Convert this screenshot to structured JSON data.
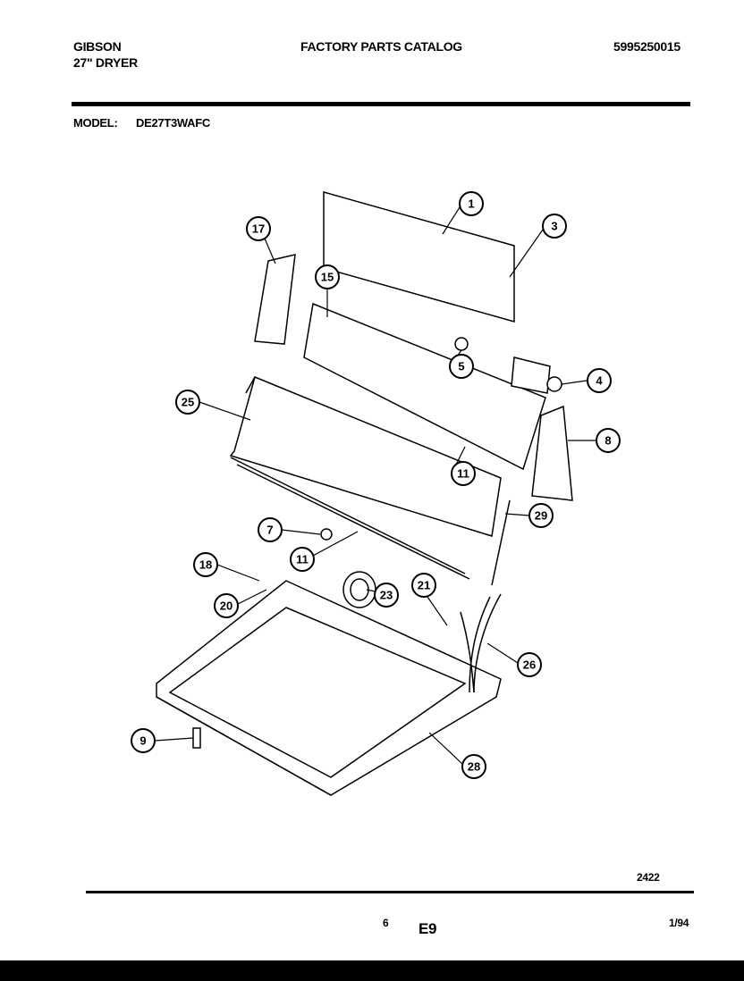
{
  "header": {
    "brand": "GIBSON",
    "product": "27\" DRYER",
    "title": "FACTORY PARTS CATALOG",
    "catalog_number": "5995250015",
    "model_label": "MODEL:",
    "model_value": "DE27T3WAFC"
  },
  "diagram": {
    "callouts": [
      "1",
      "3",
      "17",
      "15",
      "5",
      "4",
      "25",
      "8",
      "11",
      "29",
      "7",
      "11",
      "18",
      "23",
      "21",
      "20",
      "26",
      "9",
      "28"
    ]
  },
  "footer": {
    "illustration_number": "2422",
    "page_number": "6",
    "section": "E9",
    "date": "1/94"
  }
}
